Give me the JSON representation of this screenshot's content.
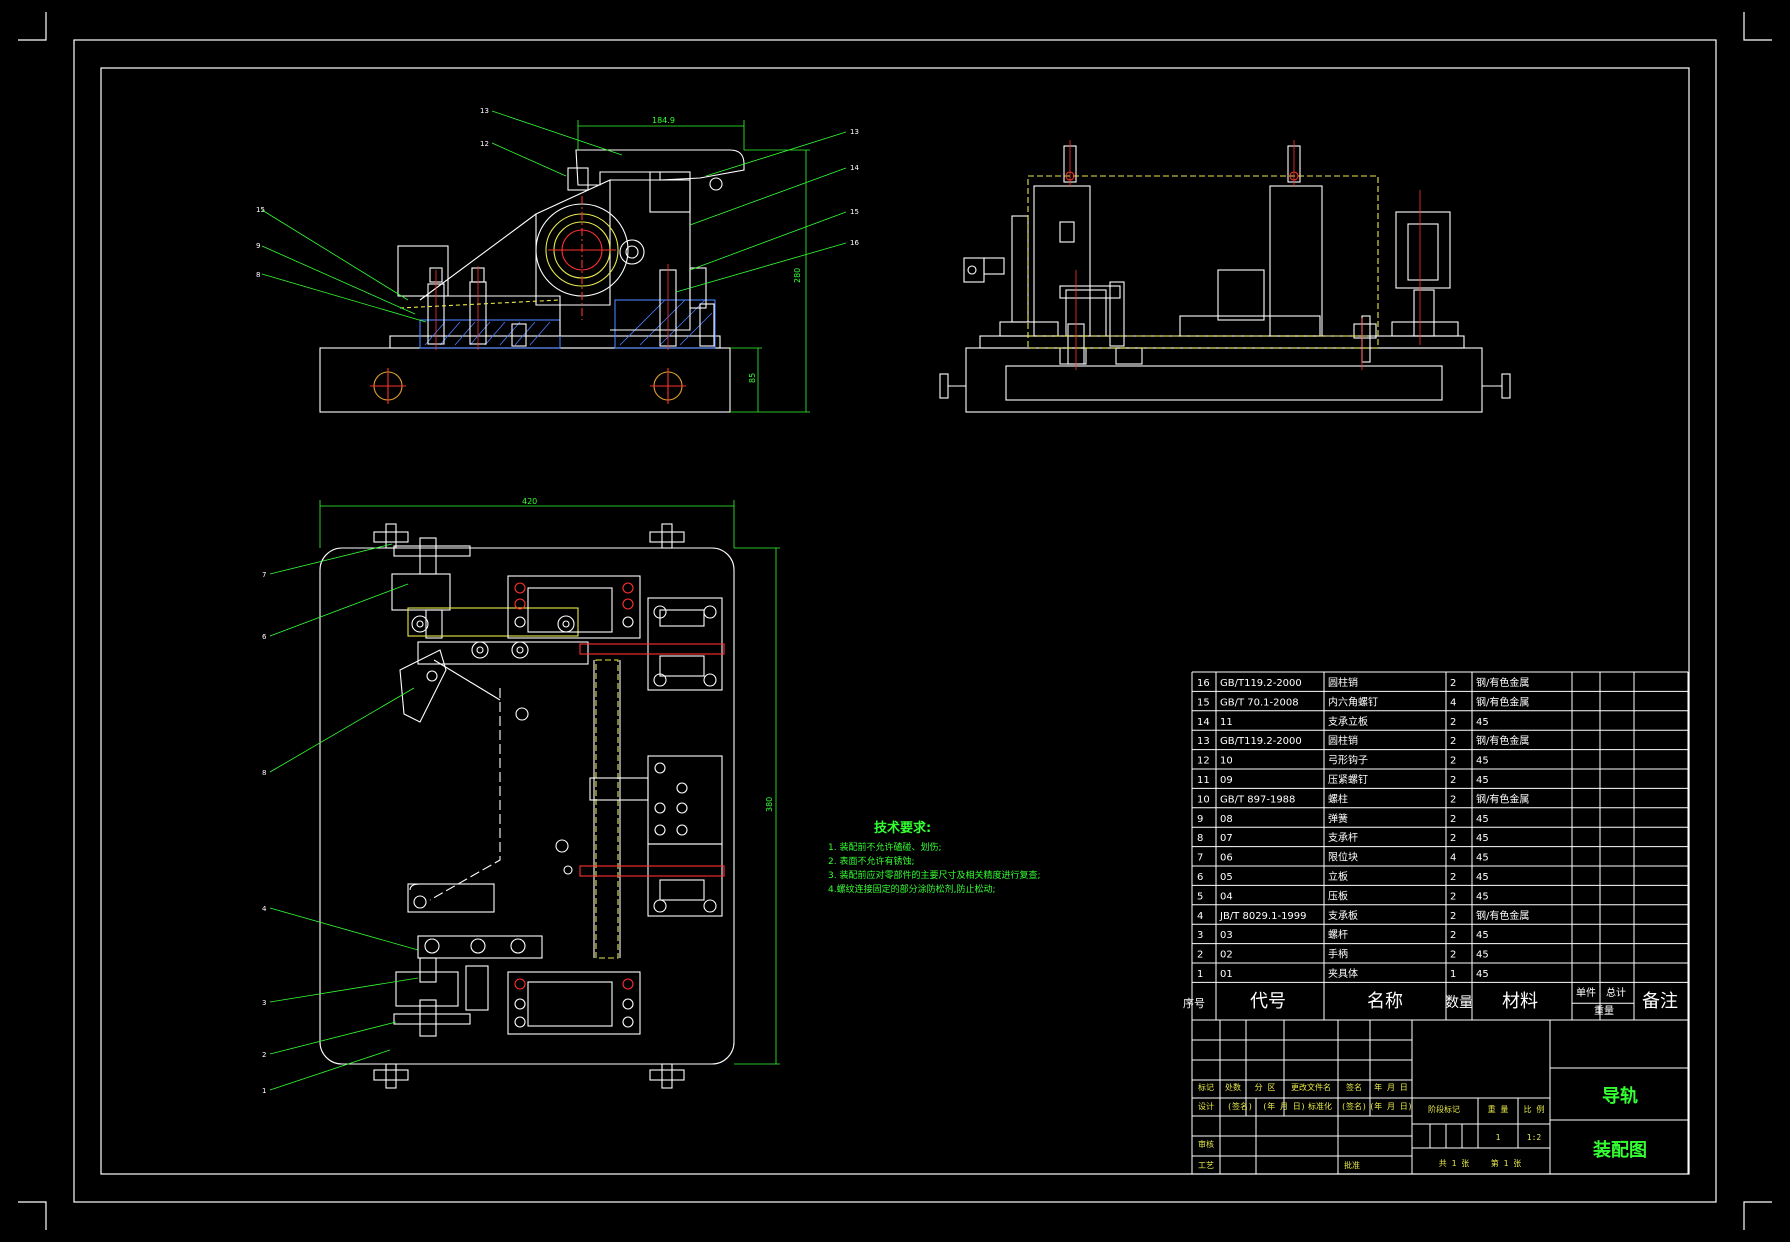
{
  "dimensions": {
    "top_width": "184.9",
    "plan_width": "420",
    "height_right": "280",
    "base_height": "85",
    "plan_height": "380"
  },
  "balloons": {
    "front": [
      "13",
      "12",
      "15",
      "9",
      "8",
      "13",
      "14",
      "15",
      "16"
    ],
    "plan": [
      "7",
      "6",
      "8",
      "4",
      "3",
      "2",
      "1"
    ]
  },
  "tech_requirements": {
    "title": "技术要求:",
    "lines": [
      "1. 装配前不允许磕碰、划伤;",
      "2. 表面不允许有锈蚀;",
      "3. 装配前应对零部件的主要尺寸及相关精度进行复查;",
      "4.螺纹连接固定的部分涂防松剂,防止松动;"
    ]
  },
  "bom": {
    "rows": [
      {
        "no": "16",
        "code": "GB/T119.2-2000",
        "name": "圆柱销",
        "qty": "2",
        "material": "钢/有色金属"
      },
      {
        "no": "15",
        "code": "GB/T 70.1-2008",
        "name": "内六角螺钉",
        "qty": "4",
        "material": "钢/有色金属"
      },
      {
        "no": "14",
        "code": "11",
        "name": "支承立板",
        "qty": "2",
        "material": "45"
      },
      {
        "no": "13",
        "code": "GB/T119.2-2000",
        "name": "圆柱销",
        "qty": "2",
        "material": "钢/有色金属"
      },
      {
        "no": "12",
        "code": "10",
        "name": "弓形钩子",
        "qty": "2",
        "material": "45"
      },
      {
        "no": "11",
        "code": "09",
        "name": "压紧螺钉",
        "qty": "2",
        "material": "45"
      },
      {
        "no": "10",
        "code": "GB/T 897-1988",
        "name": "螺柱",
        "qty": "2",
        "material": "钢/有色金属"
      },
      {
        "no": "9",
        "code": "08",
        "name": "弹簧",
        "qty": "2",
        "material": "45"
      },
      {
        "no": "8",
        "code": "07",
        "name": "支承杆",
        "qty": "2",
        "material": "45"
      },
      {
        "no": "7",
        "code": "06",
        "name": "限位块",
        "qty": "4",
        "material": "45"
      },
      {
        "no": "6",
        "code": "05",
        "name": "立板",
        "qty": "2",
        "material": "45"
      },
      {
        "no": "5",
        "code": "04",
        "name": "压板",
        "qty": "2",
        "material": "45"
      },
      {
        "no": "4",
        "code": "JB/T 8029.1-1999",
        "name": "支承板",
        "qty": "2",
        "material": "钢/有色金属"
      },
      {
        "no": "3",
        "code": "03",
        "name": "螺杆",
        "qty": "2",
        "material": "45"
      },
      {
        "no": "2",
        "code": "02",
        "name": "手柄",
        "qty": "2",
        "material": "45"
      },
      {
        "no": "1",
        "code": "01",
        "name": "夹具体",
        "qty": "1",
        "material": "45"
      }
    ],
    "header": {
      "no": "序号",
      "code": "代号",
      "name": "名称",
      "qty": "数量",
      "material": "材料",
      "unit": "单件",
      "total": "总计",
      "weight": "重量",
      "remark": "备注"
    }
  },
  "title_block": {
    "row1": [
      "标记",
      "处数",
      "分 区",
      "更改文件名",
      "签名",
      "年 月 日"
    ],
    "row2": [
      "设计",
      "(签名)",
      "(年 月 日)",
      "标准化",
      "(签名)",
      "(年 月 日)"
    ],
    "stage_label": "阶段标记",
    "weight_label": "重 量",
    "scale_label": "比 例",
    "qty_value": "1",
    "scale_value": "1:2",
    "review": "审核",
    "process": "工艺",
    "approve": "批准",
    "sheets": "共 1 张",
    "sheet_no": "第 1 张",
    "title": "导轨",
    "subtitle": "装配图"
  }
}
